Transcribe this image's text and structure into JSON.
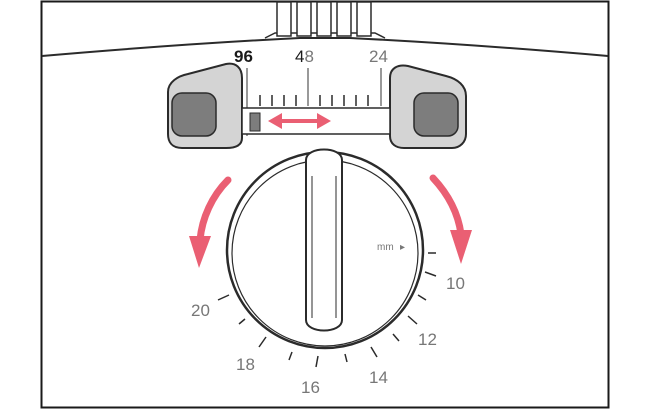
{
  "scale_top": {
    "label_96": "96",
    "label_48_first": "4",
    "label_48_second": "8",
    "label_24": "24"
  },
  "dial": {
    "unit_label": "mm",
    "unit_pointer": "▸",
    "ticks": [
      {
        "label": "10"
      },
      {
        "label": "12"
      },
      {
        "label": "14"
      },
      {
        "label": "16"
      },
      {
        "label": "18"
      },
      {
        "label": "20"
      }
    ]
  },
  "icons": {
    "arrow": "curved-arrow-icon",
    "double_arrow": "double-headed-arrow-icon"
  },
  "colors": {
    "arrow": "#ea5f73",
    "outline": "#2b2b2b",
    "button_fill": "#7d7d7d",
    "bracket_fill": "#d4d4d4",
    "grey_label": "#777777"
  }
}
